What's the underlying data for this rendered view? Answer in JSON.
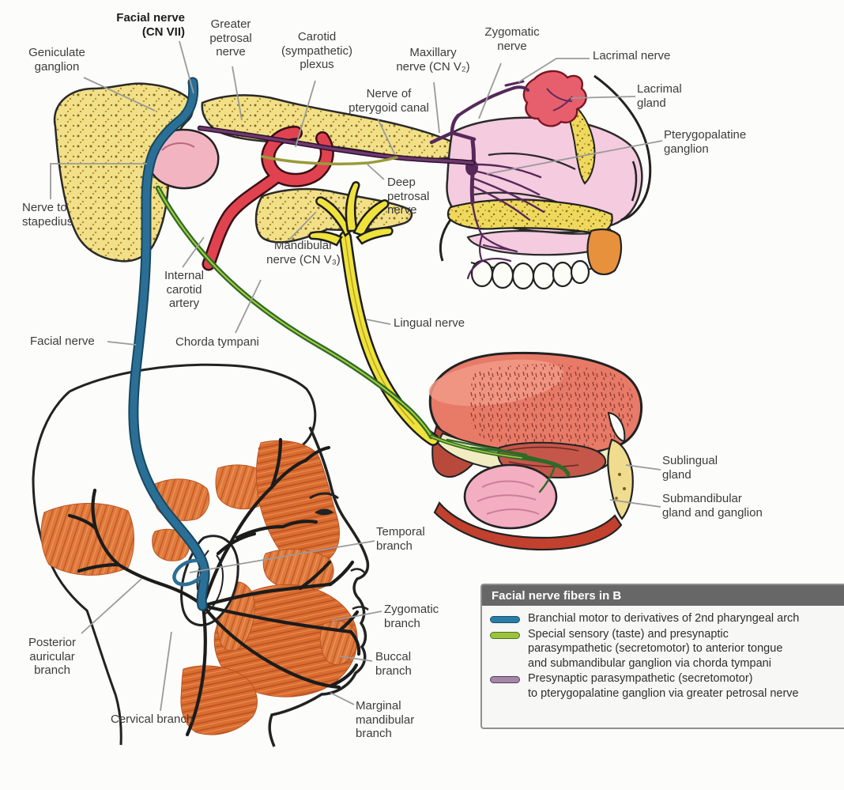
{
  "labels": {
    "facial_nerve_cn7": "Facial nerve\n(CN VII)",
    "geniculate_ganglion": "Geniculate\nganglion",
    "greater_petrosal_nerve": "Greater\npetrosal\nnerve",
    "carotid_plexus": "Carotid\n(sympathetic)\nplexus",
    "nerve_of_pterygoid_canal": "Nerve of\npterygoid canal",
    "maxillary_nerve": "Maxillary\nnerve (CN V₂)",
    "zygomatic_nerve": "Zygomatic\nnerve",
    "lacrimal_nerve": "Lacrimal nerve",
    "lacrimal_gland": "Lacrimal\ngland",
    "pterygopalatine_ganglion": "Pterygopalatine\nganglion",
    "deep_petrosal_nerve": "Deep\npetrosal\nnerve",
    "nerve_to_stapedius": "Nerve to\nstapedius",
    "mandibular_nerve": "Mandibular\nnerve (CN V₃)",
    "internal_carotid_artery": "Internal\ncarotid\nartery",
    "facial_nerve": "Facial nerve",
    "chorda_tympani": "Chorda tympani",
    "lingual_nerve": "Lingual nerve",
    "sublingual_gland": "Sublingual\ngland",
    "submandibular_gland": "Submandibular\ngland and ganglion",
    "temporal_branch": "Temporal\nbranch",
    "zygomatic_branch": "Zygomatic\nbranch",
    "buccal_branch": "Buccal\nbranch",
    "marginal_mandibular_branch": "Marginal\nmandibular\nbranch",
    "posterior_auricular_branch": "Posterior\nauricular\nbranch",
    "cervical_branch": "Cervical branch"
  },
  "legend": {
    "title": "Facial nerve fibers in B",
    "items": [
      {
        "name": "branchial-motor",
        "color": "#2a7ca6",
        "border": "#15506e",
        "text": "Branchial motor to derivatives of 2nd pharyngeal arch"
      },
      {
        "name": "special-sensory-parasympathetic",
        "color": "#9dc23d",
        "border": "#49751f",
        "text": "Special sensory (taste) and presynaptic\nparasympathetic (secretomotor) to anterior tongue\nand submandibular ganglion via chorda tympani"
      },
      {
        "name": "presynaptic-parasympathetic",
        "color": "#a287a6",
        "border": "#5e3a62",
        "text": "Presynaptic parasympathetic (secretomotor)\nto pterygopalatine ganglion via greater petrosal nerve"
      }
    ]
  },
  "palette": {
    "branchial_motor_blue": "#2b6f96",
    "chorda_tympani_green": "#2f6a28",
    "parasympathetic_purple": "#582a58",
    "mandibular_yellow": "#efe23c",
    "artery_red": "#e0434f",
    "bone_yellow": "#f1e088",
    "mucosa_pink": "#f4cbdf",
    "muscle_orange": "#e07a3c"
  }
}
